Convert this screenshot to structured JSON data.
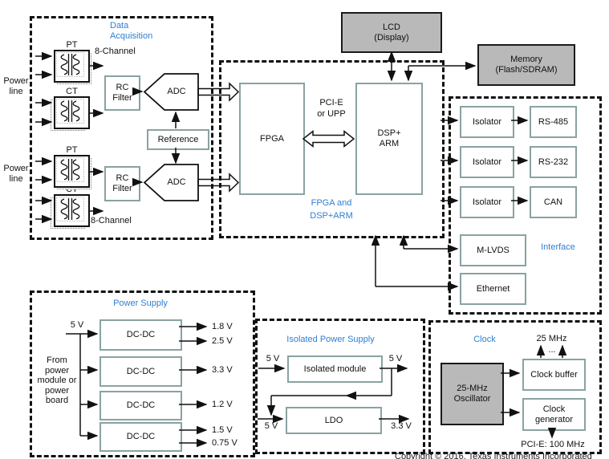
{
  "colors": {
    "accent_blue": "#2e7fd4",
    "block_border": "#8aa2a2",
    "gray_fill": "#b9b9b9"
  },
  "data_acquisition": {
    "title": [
      "Data",
      "Acquisition"
    ],
    "channel_top": "8-Channel",
    "channel_bottom": "8-Channel",
    "power_line_1": [
      "Power",
      "line"
    ],
    "power_line_2": [
      "Power",
      "line"
    ],
    "transformer_labels": [
      "PT",
      "CT",
      "PT",
      "CT"
    ],
    "rc_filter_1": [
      "RC",
      "Filter"
    ],
    "rc_filter_2": [
      "RC",
      "Filter"
    ],
    "adc_1": "ADC",
    "adc_2": "ADC",
    "reference": "Reference"
  },
  "processing": {
    "title": [
      "FPGA and",
      "DSP+ARM"
    ],
    "fpga": "FPGA",
    "dsp": [
      "DSP+",
      "ARM"
    ],
    "bus_label": [
      "PCI-E",
      "or UPP"
    ]
  },
  "peripherals": {
    "lcd": [
      "LCD",
      "(Display)"
    ],
    "memory": [
      "Memory",
      "(Flash/SDRAM)"
    ]
  },
  "interface": {
    "title": "Interface",
    "isolators": [
      "Isolator",
      "Isolator",
      "Isolator"
    ],
    "protocols": [
      "RS-485",
      "RS-232",
      "CAN"
    ],
    "mlvds": "M-LVDS",
    "ethernet": "Ethernet"
  },
  "power_supply": {
    "title": "Power Supply",
    "input_label": "5 V",
    "source": [
      "From",
      "power",
      "module or",
      "power",
      "board"
    ],
    "converters": [
      "DC-DC",
      "DC-DC",
      "DC-DC",
      "DC-DC"
    ],
    "outputs": [
      "1.8 V",
      "2.5 V",
      "3.3 V",
      "1.2 V",
      "1.5 V",
      "0.75 V"
    ]
  },
  "isolated_power": {
    "title": "Isolated Power Supply",
    "module": "Isolated module",
    "ldo": "LDO",
    "in_1": "5 V",
    "out_1": "5 V",
    "in_2": "5 V",
    "out_2": "3.3 V"
  },
  "clock": {
    "title": "Clock",
    "oscillator": [
      "25-MHz",
      "Oscillator"
    ],
    "buffer": "Clock buffer",
    "generator": [
      "Clock",
      "generator"
    ],
    "out_top": "25 MHz",
    "dots": "...",
    "out_bottom": "PCI-E: 100 MHz"
  },
  "footer": {
    "copyright": "Copyright © 2016, Texas Instruments Incorporated"
  }
}
